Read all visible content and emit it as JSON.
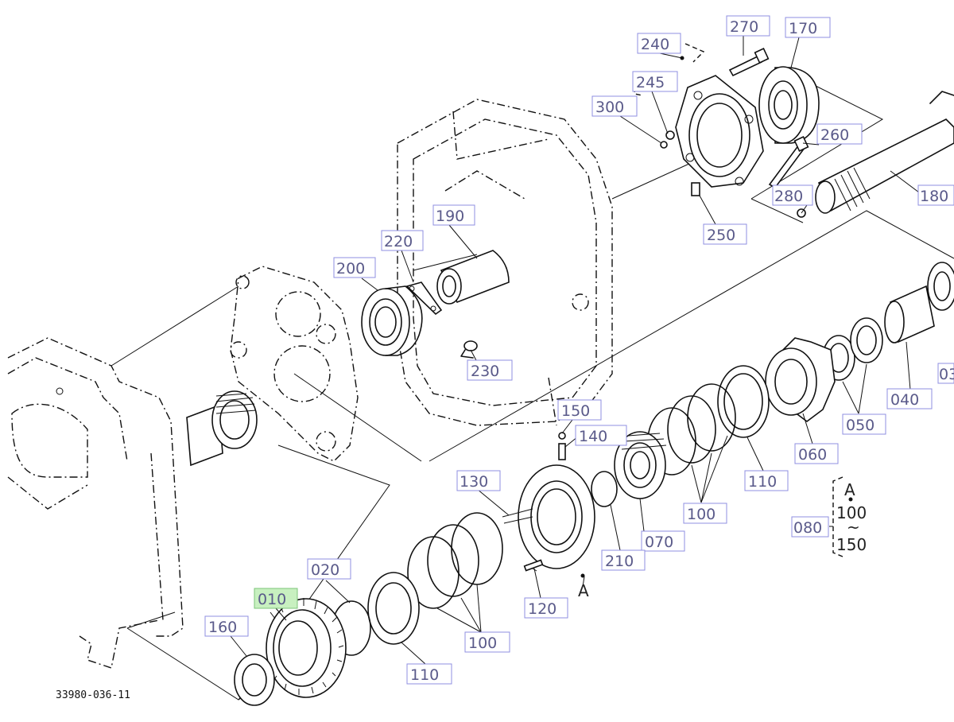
{
  "drawing_number": "33980-036-11",
  "callouts": [
    {
      "id": "c240",
      "label": "240"
    },
    {
      "id": "c270",
      "label": "270"
    },
    {
      "id": "c170",
      "label": "170"
    },
    {
      "id": "c245",
      "label": "245"
    },
    {
      "id": "c300",
      "label": "300"
    },
    {
      "id": "c260",
      "label": "260"
    },
    {
      "id": "c280",
      "label": "280"
    },
    {
      "id": "c180",
      "label": "180"
    },
    {
      "id": "c250",
      "label": "250"
    },
    {
      "id": "c190",
      "label": "190"
    },
    {
      "id": "c220",
      "label": "220"
    },
    {
      "id": "c200",
      "label": "200"
    },
    {
      "id": "c230",
      "label": "230"
    },
    {
      "id": "c150",
      "label": "150"
    },
    {
      "id": "c140",
      "label": "140"
    },
    {
      "id": "c030",
      "label": "03"
    },
    {
      "id": "c040",
      "label": "040"
    },
    {
      "id": "c050",
      "label": "050"
    },
    {
      "id": "c060",
      "label": "060"
    },
    {
      "id": "c110a",
      "label": "110"
    },
    {
      "id": "c100a",
      "label": "100"
    },
    {
      "id": "c080",
      "label": "080"
    },
    {
      "id": "c130",
      "label": "130"
    },
    {
      "id": "c070",
      "label": "070"
    },
    {
      "id": "c210",
      "label": "210"
    },
    {
      "id": "c020",
      "label": "020"
    },
    {
      "id": "c010",
      "label": "010"
    },
    {
      "id": "c120",
      "label": "120"
    },
    {
      "id": "c160",
      "label": "160"
    },
    {
      "id": "c100b",
      "label": "100"
    },
    {
      "id": "c110b",
      "label": "110"
    }
  ],
  "group_note": {
    "ref": "A",
    "from": "100",
    "sep": "~",
    "to": "150"
  },
  "ref_markers": [
    {
      "id": "markA",
      "label": "A"
    }
  ],
  "highlighted": "010"
}
